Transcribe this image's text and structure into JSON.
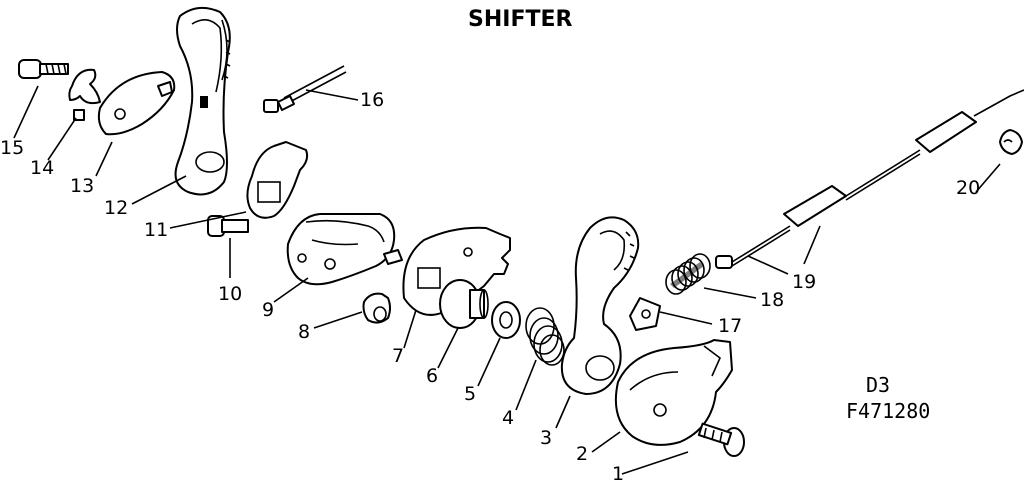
{
  "title": "SHIFTER",
  "codes": {
    "line1": "D3",
    "line2": "F471280"
  },
  "parts": [
    {
      "id": "1",
      "label": "1"
    },
    {
      "id": "2",
      "label": "2"
    },
    {
      "id": "3",
      "label": "3"
    },
    {
      "id": "4",
      "label": "4"
    },
    {
      "id": "5",
      "label": "5"
    },
    {
      "id": "6",
      "label": "6"
    },
    {
      "id": "7",
      "label": "7"
    },
    {
      "id": "8",
      "label": "8"
    },
    {
      "id": "9",
      "label": "9"
    },
    {
      "id": "10",
      "label": "10"
    },
    {
      "id": "11",
      "label": "11"
    },
    {
      "id": "12",
      "label": "12"
    },
    {
      "id": "13",
      "label": "13"
    },
    {
      "id": "14",
      "label": "14"
    },
    {
      "id": "15",
      "label": "15"
    },
    {
      "id": "16",
      "label": "16"
    },
    {
      "id": "17",
      "label": "17"
    },
    {
      "id": "18",
      "label": "18"
    },
    {
      "id": "19",
      "label": "19"
    },
    {
      "id": "20",
      "label": "20"
    }
  ]
}
